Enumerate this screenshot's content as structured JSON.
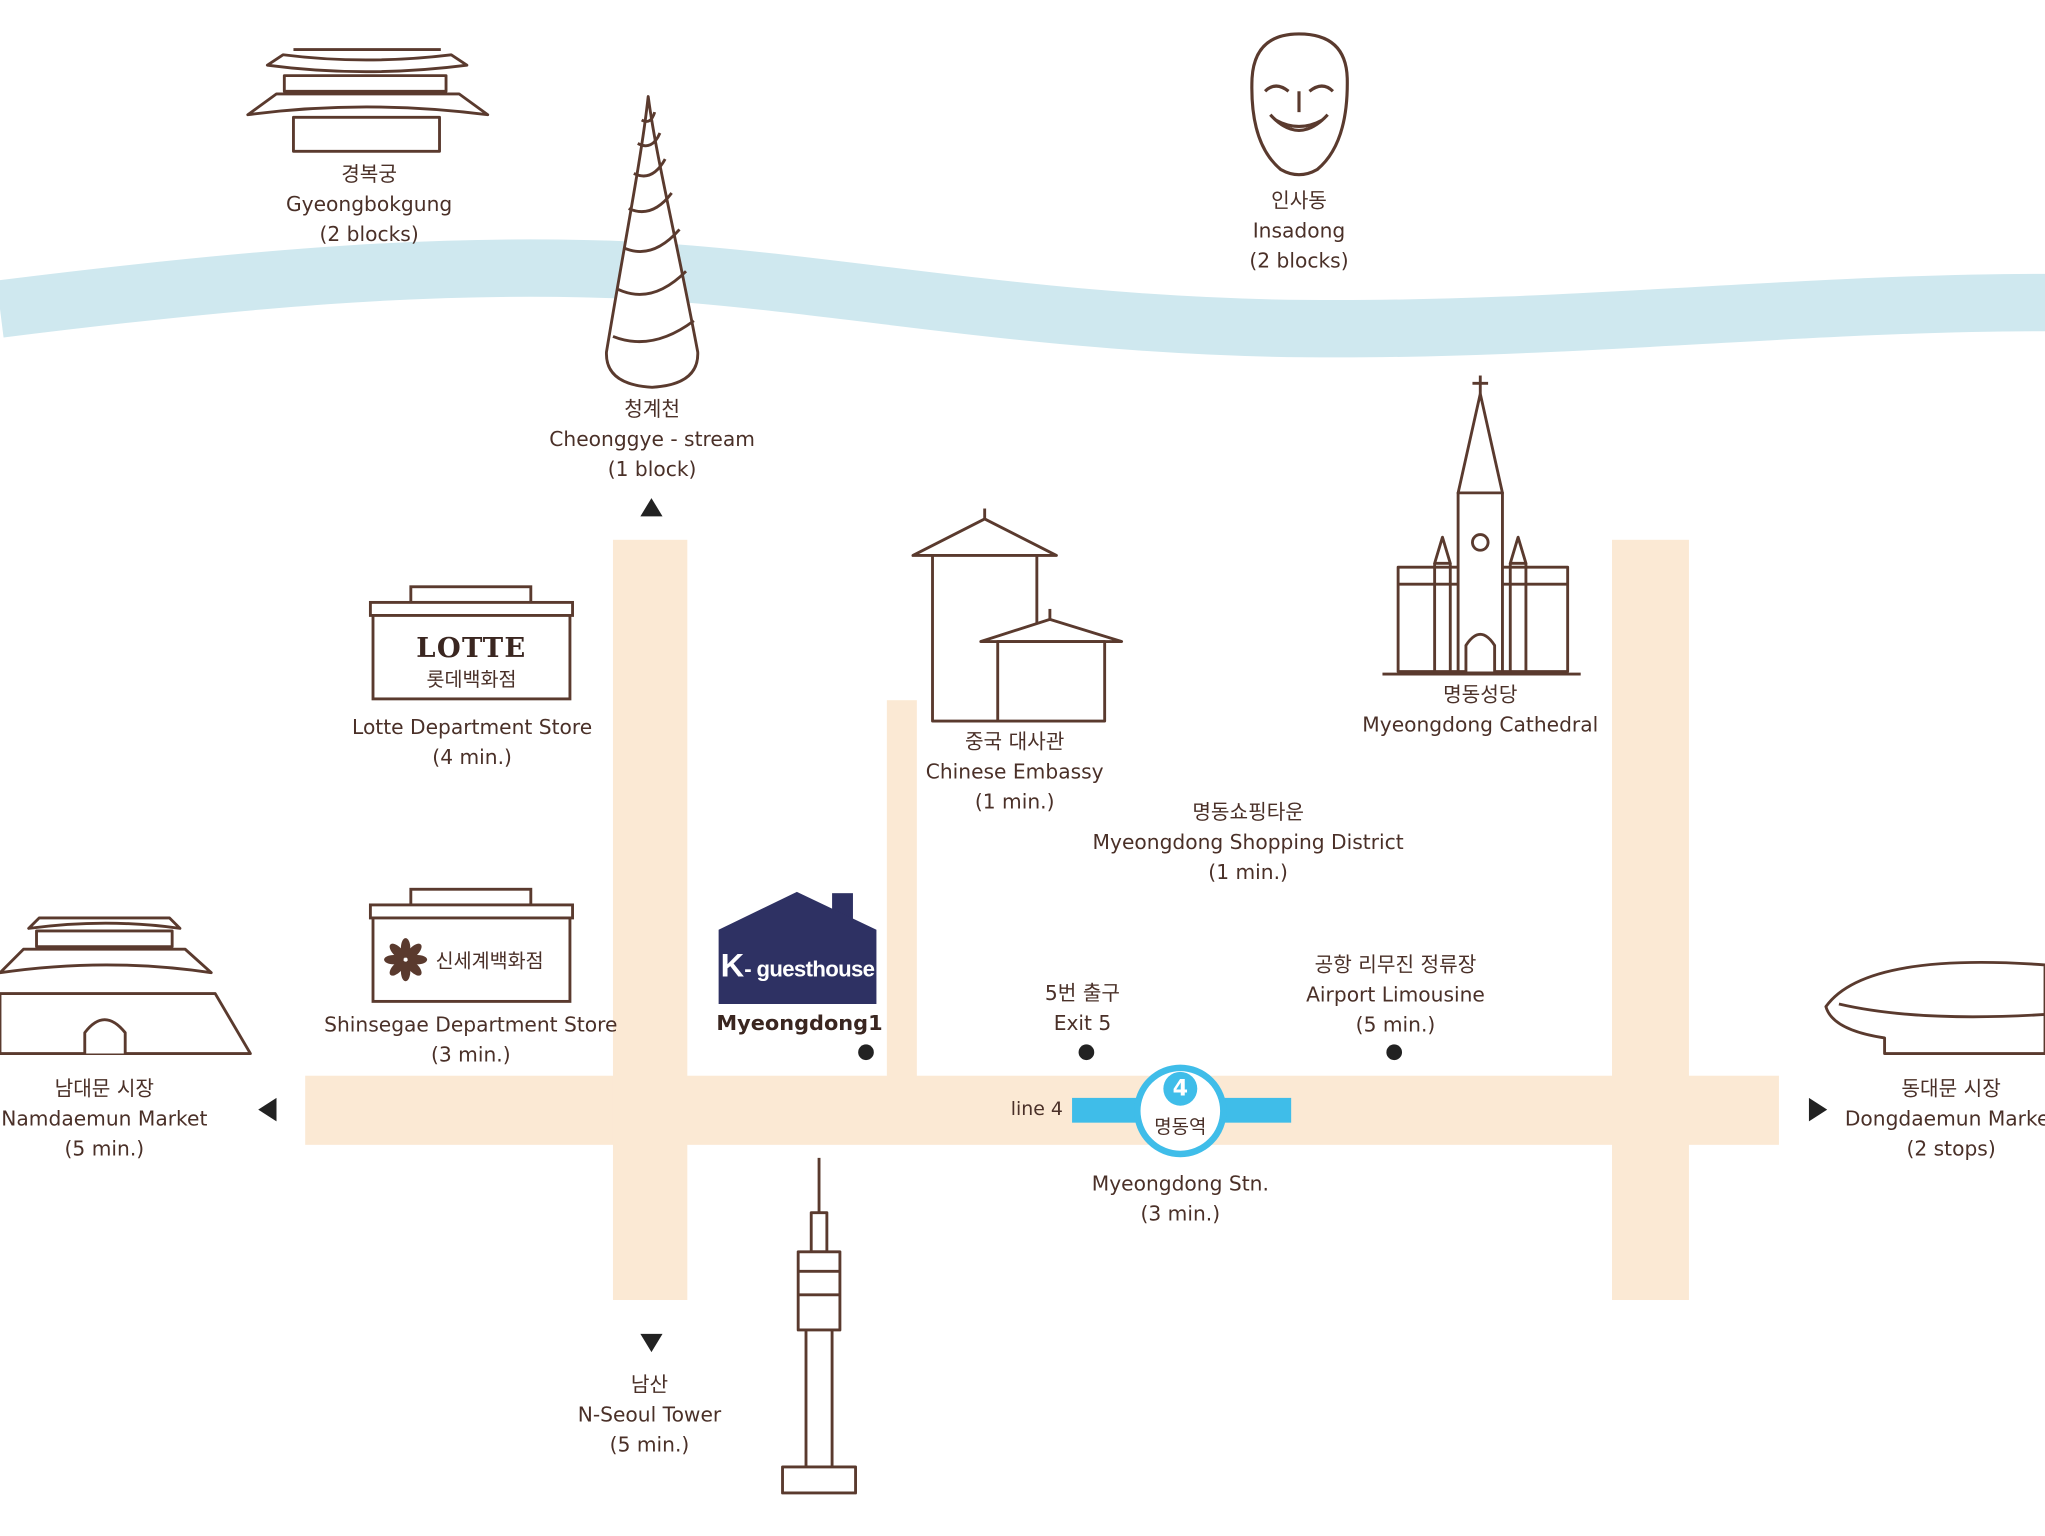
{
  "colors": {
    "stroke": "#5a3a2e",
    "road": "#fbe9d4",
    "stream": "#cfe8ef",
    "subway": "#3fbde9",
    "guesthouse": "#2e3163",
    "arrow": "#222222"
  },
  "landmarks": {
    "gyeongbokgung": {
      "ko": "경복궁",
      "en": "Gyeongbokgung",
      "dist": "(2 blocks)",
      "icon": "palace-icon"
    },
    "cheonggyecheon": {
      "ko": "청계천",
      "en": "Cheonggye - stream",
      "dist": "(1 block)",
      "icon": "spiral-tower-icon"
    },
    "insadong": {
      "ko": "인사동",
      "en": "Insadong",
      "dist": "(2 blocks)",
      "icon": "mask-icon"
    },
    "lotte": {
      "sign": "LOTTE",
      "sign_ko": "롯데백화점",
      "en": "Lotte Department Store",
      "dist": "(4 min.)",
      "icon": "store-icon"
    },
    "shinsegae": {
      "sign_ko": "신세계백화점",
      "en": "Shinsegae Department Store",
      "dist": "(3 min.)",
      "icon": "store-icon"
    },
    "embassy": {
      "ko": "중국 대사관",
      "en": "Chinese Embassy",
      "dist": "(1 min.)",
      "icon": "embassy-icon"
    },
    "cathedral": {
      "ko": "명동성당",
      "en": "Myeongdong Cathedral",
      "icon": "cathedral-icon"
    },
    "shopping": {
      "ko": "명동쇼핑타운",
      "en": "Myeongdong Shopping District",
      "dist": "(1 min.)"
    },
    "namdaemun": {
      "ko": "남대문 시장",
      "en": "Namdaemun Market",
      "dist": "(5 min.)",
      "icon": "gate-icon"
    },
    "dongdaemun": {
      "ko": "동대문 시장",
      "en": "Dongdaemun Market",
      "dist": "(2 stops)",
      "icon": "dongdaemun-icon"
    },
    "namsan": {
      "ko": "남산",
      "en": "N-Seoul Tower",
      "dist": "(5 min.)",
      "icon": "tower-icon"
    },
    "guesthouse": {
      "logo_k": "K",
      "logo_text": "- guesthouse",
      "name": "Myeongdong1",
      "icon": "house-icon"
    },
    "exit5": {
      "ko": "5번 출구",
      "en": "Exit 5"
    },
    "limousine": {
      "ko": "공항 리무진 정류장",
      "en": "Airport Limousine",
      "dist": "(5 min.)"
    },
    "station": {
      "line_label": "line 4",
      "line_number": "4",
      "ko": "명동역",
      "en": "Myeongdong Stn.",
      "dist": "(3 min.)"
    }
  }
}
